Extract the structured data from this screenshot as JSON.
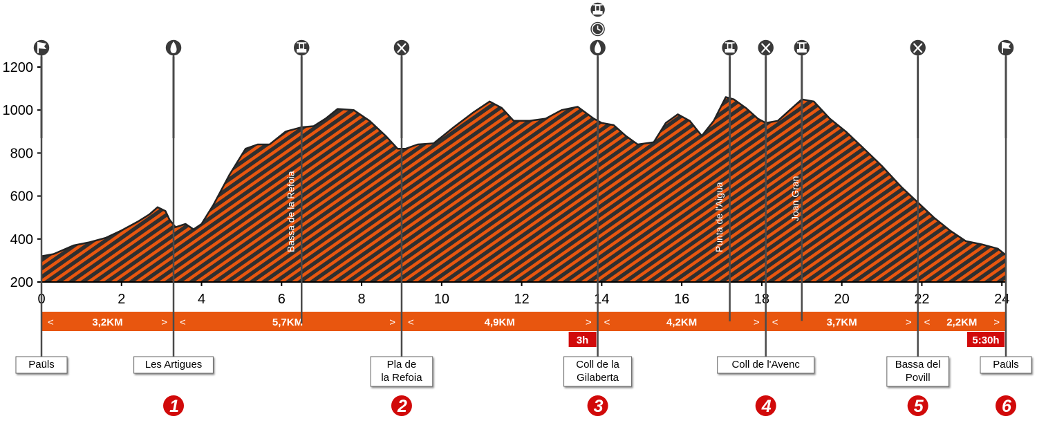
{
  "chart_data": {
    "type": "area",
    "xlabel": "",
    "ylabel": "",
    "xlim": [
      0,
      24.1
    ],
    "ylim": [
      200,
      1300
    ],
    "x_ticks": [
      0,
      2,
      4,
      6,
      8,
      10,
      12,
      14,
      16,
      18,
      20,
      22,
      24
    ],
    "y_ticks": [
      200,
      400,
      600,
      800,
      1000,
      1200
    ],
    "grid": false,
    "colors": {
      "fill": "#e8560f",
      "hatch": "#2f2f2f",
      "outline": "#222222",
      "segment_bar": "#e8560f",
      "time_badge": "#d10a0a",
      "number_badge": "#d10a0a"
    },
    "series": [
      {
        "x": [
          0,
          0.3,
          0.8,
          1.2,
          1.6,
          2.0,
          2.4,
          2.7,
          2.9,
          3.1,
          3.2,
          3.35,
          3.6,
          3.8,
          4.0,
          4.3,
          4.7,
          5.1,
          5.4,
          5.7,
          6.1,
          6.5,
          6.8,
          7.1,
          7.4,
          7.8,
          8.2,
          8.6,
          8.9,
          9.1,
          9.4,
          9.8,
          10.3,
          10.8,
          11.2,
          11.5,
          11.8,
          12.2,
          12.6,
          13.0,
          13.4,
          13.8,
          14.0,
          14.3,
          14.6,
          14.9,
          15.3,
          15.6,
          15.9,
          16.2,
          16.5,
          16.8,
          17.1,
          17.3,
          17.6,
          17.9,
          18.1,
          18.4,
          18.7,
          19.0,
          19.3,
          19.7,
          20.1,
          20.5,
          21.0,
          21.5,
          21.9,
          22.3,
          22.7,
          23.1,
          23.5,
          23.9,
          24.1
        ],
        "y": [
          320,
          330,
          370,
          385,
          405,
          440,
          480,
          515,
          548,
          530,
          490,
          455,
          470,
          445,
          470,
          560,
          700,
          820,
          840,
          840,
          900,
          920,
          925,
          960,
          1005,
          1000,
          950,
          880,
          820,
          820,
          840,
          845,
          920,
          990,
          1040,
          1010,
          950,
          950,
          960,
          1000,
          1015,
          960,
          940,
          930,
          880,
          840,
          850,
          940,
          980,
          950,
          880,
          950,
          1060,
          1050,
          1010,
          960,
          940,
          950,
          1000,
          1050,
          1040,
          960,
          900,
          830,
          740,
          640,
          570,
          500,
          440,
          390,
          375,
          355,
          325
        ]
      }
    ],
    "pois": [
      {
        "km": 0,
        "icon": "flag-icon",
        "stack": []
      },
      {
        "km": 3.3,
        "icon": "water-drop-icon",
        "stack": []
      },
      {
        "km": 6.5,
        "icon": "summit-icon",
        "stack": []
      },
      {
        "km": 9.0,
        "icon": "food-icon",
        "stack": []
      },
      {
        "km": 13.9,
        "icon": "water-drop-icon",
        "stack": [
          "clock-icon",
          "summit-icon"
        ]
      },
      {
        "km": 17.2,
        "icon": "summit-icon",
        "stack": []
      },
      {
        "km": 18.1,
        "icon": "food-icon",
        "stack": []
      },
      {
        "km": 19.0,
        "icon": "summit-icon",
        "stack": []
      },
      {
        "km": 21.9,
        "icon": "food-icon",
        "stack": []
      },
      {
        "km": 24.1,
        "icon": "flag-icon",
        "stack": []
      }
    ],
    "profile_labels": [
      {
        "km": 6.4,
        "text": "Bassa de la Refoia"
      },
      {
        "km": 17.1,
        "text": "Punta de l'Aigua"
      },
      {
        "km": 19.0,
        "text": "Joan Gran"
      }
    ],
    "segments": [
      {
        "from": 0,
        "to": 3.3,
        "label": "3,2KM"
      },
      {
        "from": 3.3,
        "to": 9.0,
        "label": "5,7KM"
      },
      {
        "from": 9.0,
        "to": 13.9,
        "label": "4,9KM"
      },
      {
        "from": 13.9,
        "to": 18.1,
        "label": "4,2KM"
      },
      {
        "from": 18.1,
        "to": 21.9,
        "label": "3,7KM"
      },
      {
        "from": 21.9,
        "to": 24.1,
        "label": "2,2KM"
      }
    ],
    "time_badges": [
      {
        "km": 13.9,
        "text": "3h"
      },
      {
        "km": 24.1,
        "text": "5:30h"
      }
    ],
    "waypoints": [
      {
        "km": 0,
        "lines": [
          "Paüls"
        ],
        "number": ""
      },
      {
        "km": 3.3,
        "lines": [
          "Les Artigues"
        ],
        "number": "1"
      },
      {
        "km": 9.0,
        "lines": [
          "Pla de",
          "la Refoia"
        ],
        "number": "2"
      },
      {
        "km": 13.9,
        "lines": [
          "Coll de la",
          "Gilaberta"
        ],
        "number": "3"
      },
      {
        "km": 18.1,
        "lines": [
          "Coll de l'Avenc"
        ],
        "number": "4"
      },
      {
        "km": 21.9,
        "lines": [
          "Bassa del",
          "Povill"
        ],
        "number": "5"
      },
      {
        "km": 24.1,
        "lines": [
          "Paüls"
        ],
        "number": "6"
      }
    ]
  }
}
